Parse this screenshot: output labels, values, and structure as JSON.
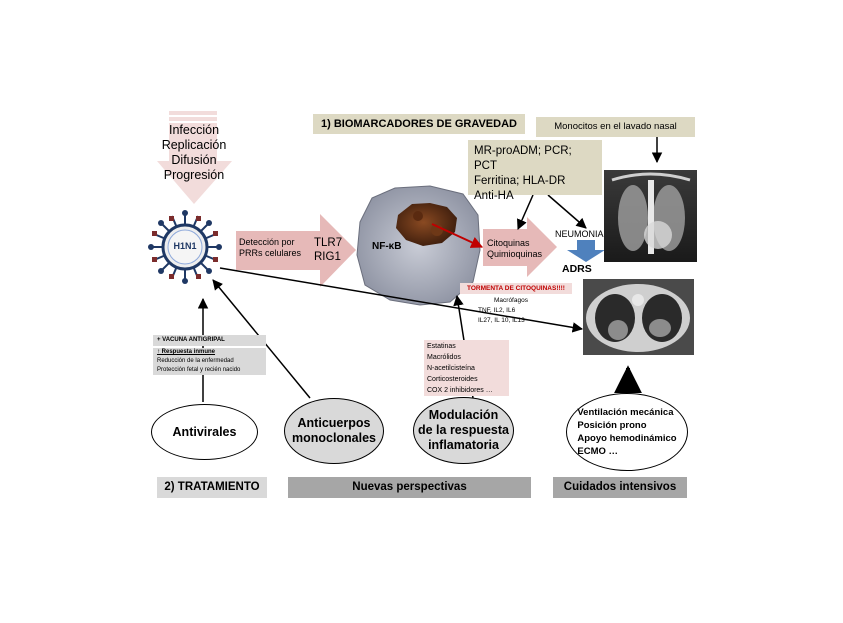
{
  "infection_steps": [
    "Infección",
    "Replicación",
    "Difusión",
    "Progresión"
  ],
  "virus_label": "H1N1",
  "detection_label_lines": [
    "Detección por",
    "PRRs celulares"
  ],
  "receptors": [
    "TLR7",
    "RIG1"
  ],
  "nfkb_label": "NF-κB",
  "cytokines_lines": [
    "Citoquinas",
    "Quimioquinas"
  ],
  "neumonia_label": "NEUMONIA",
  "adrs_label": "ADRS",
  "biomarkers_title": "1) BIOMARCADORES DE GRAVEDAD",
  "nasal_monocytes_label": "Monocitos en el lavado nasal",
  "biomarkers": [
    "MR-proADM; PCR; PCT",
    "Ferritina; HLA-DR",
    "Anti-HA"
  ],
  "cytokine_storm": {
    "title": "TORMENTA DE CITOQUINAS!!!!",
    "lines": [
      "Macrófagos",
      "TNF, IL2, IL6",
      "IL27, IL 10, IL13"
    ]
  },
  "modulators": [
    "Estatinas",
    "Macrólidos",
    "N-acetilcisteína",
    "Corticosteroides",
    "COX 2 inhibidores …"
  ],
  "vaccine": {
    "title": "+ VACUNA ANTIGRIPAL",
    "subtitle": "↑ Respuesta inmune",
    "lines": [
      "Reducción de la enfermedad",
      "Protección fetal y recién nacido"
    ]
  },
  "antivirals_label": "Antivirales",
  "antibodies_lines": [
    "Anticuerpos",
    "monoclonales"
  ],
  "modulation_lines": [
    "Modulación",
    "de la respuesta",
    "inflamatoria"
  ],
  "icu_items": [
    "Ventilación mecánica",
    "Posición prono",
    "Apoyo hemodinámico",
    "ECMO …"
  ],
  "treatment_label": "2) TRATAMIENTO",
  "new_perspectives_label": "Nuevas perspectivas",
  "icu_label": "Cuidados intensivos",
  "colors": {
    "pink_arrow": "#d99694",
    "pink_box": "#f2dcdb",
    "beige": "#ddd9c3",
    "virus_blue": "#1f3864",
    "red_arrow": "#c00000",
    "storm_red": "#c00000"
  }
}
